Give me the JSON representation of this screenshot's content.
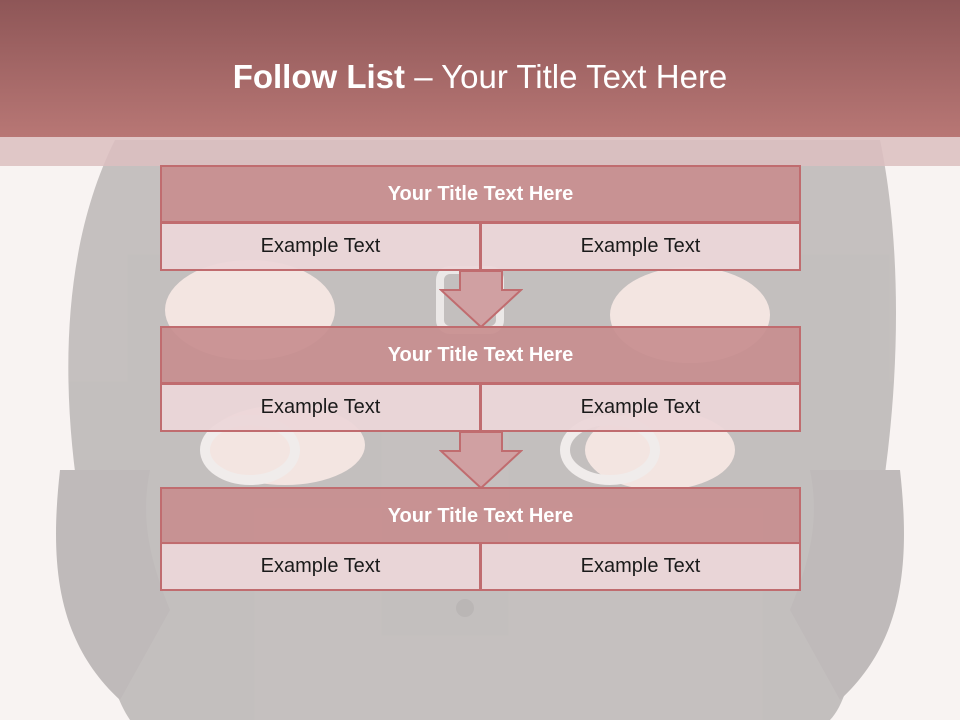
{
  "slide": {
    "title_bold": "Follow List",
    "title_rest": " – Your Title Text Here"
  },
  "colors": {
    "header": "#b87775",
    "title_box": "#c98e8f",
    "cell_box": "#ecd6d8",
    "border": "#c06c6f"
  },
  "blocks": [
    {
      "title": "Your Title Text Here",
      "left": "Example Text",
      "right": "Example Text"
    },
    {
      "title": "Your Title Text Here",
      "left": "Example Text",
      "right": "Example Text"
    },
    {
      "title": "Your Title Text Here",
      "left": "Example Text",
      "right": "Example Text"
    }
  ]
}
